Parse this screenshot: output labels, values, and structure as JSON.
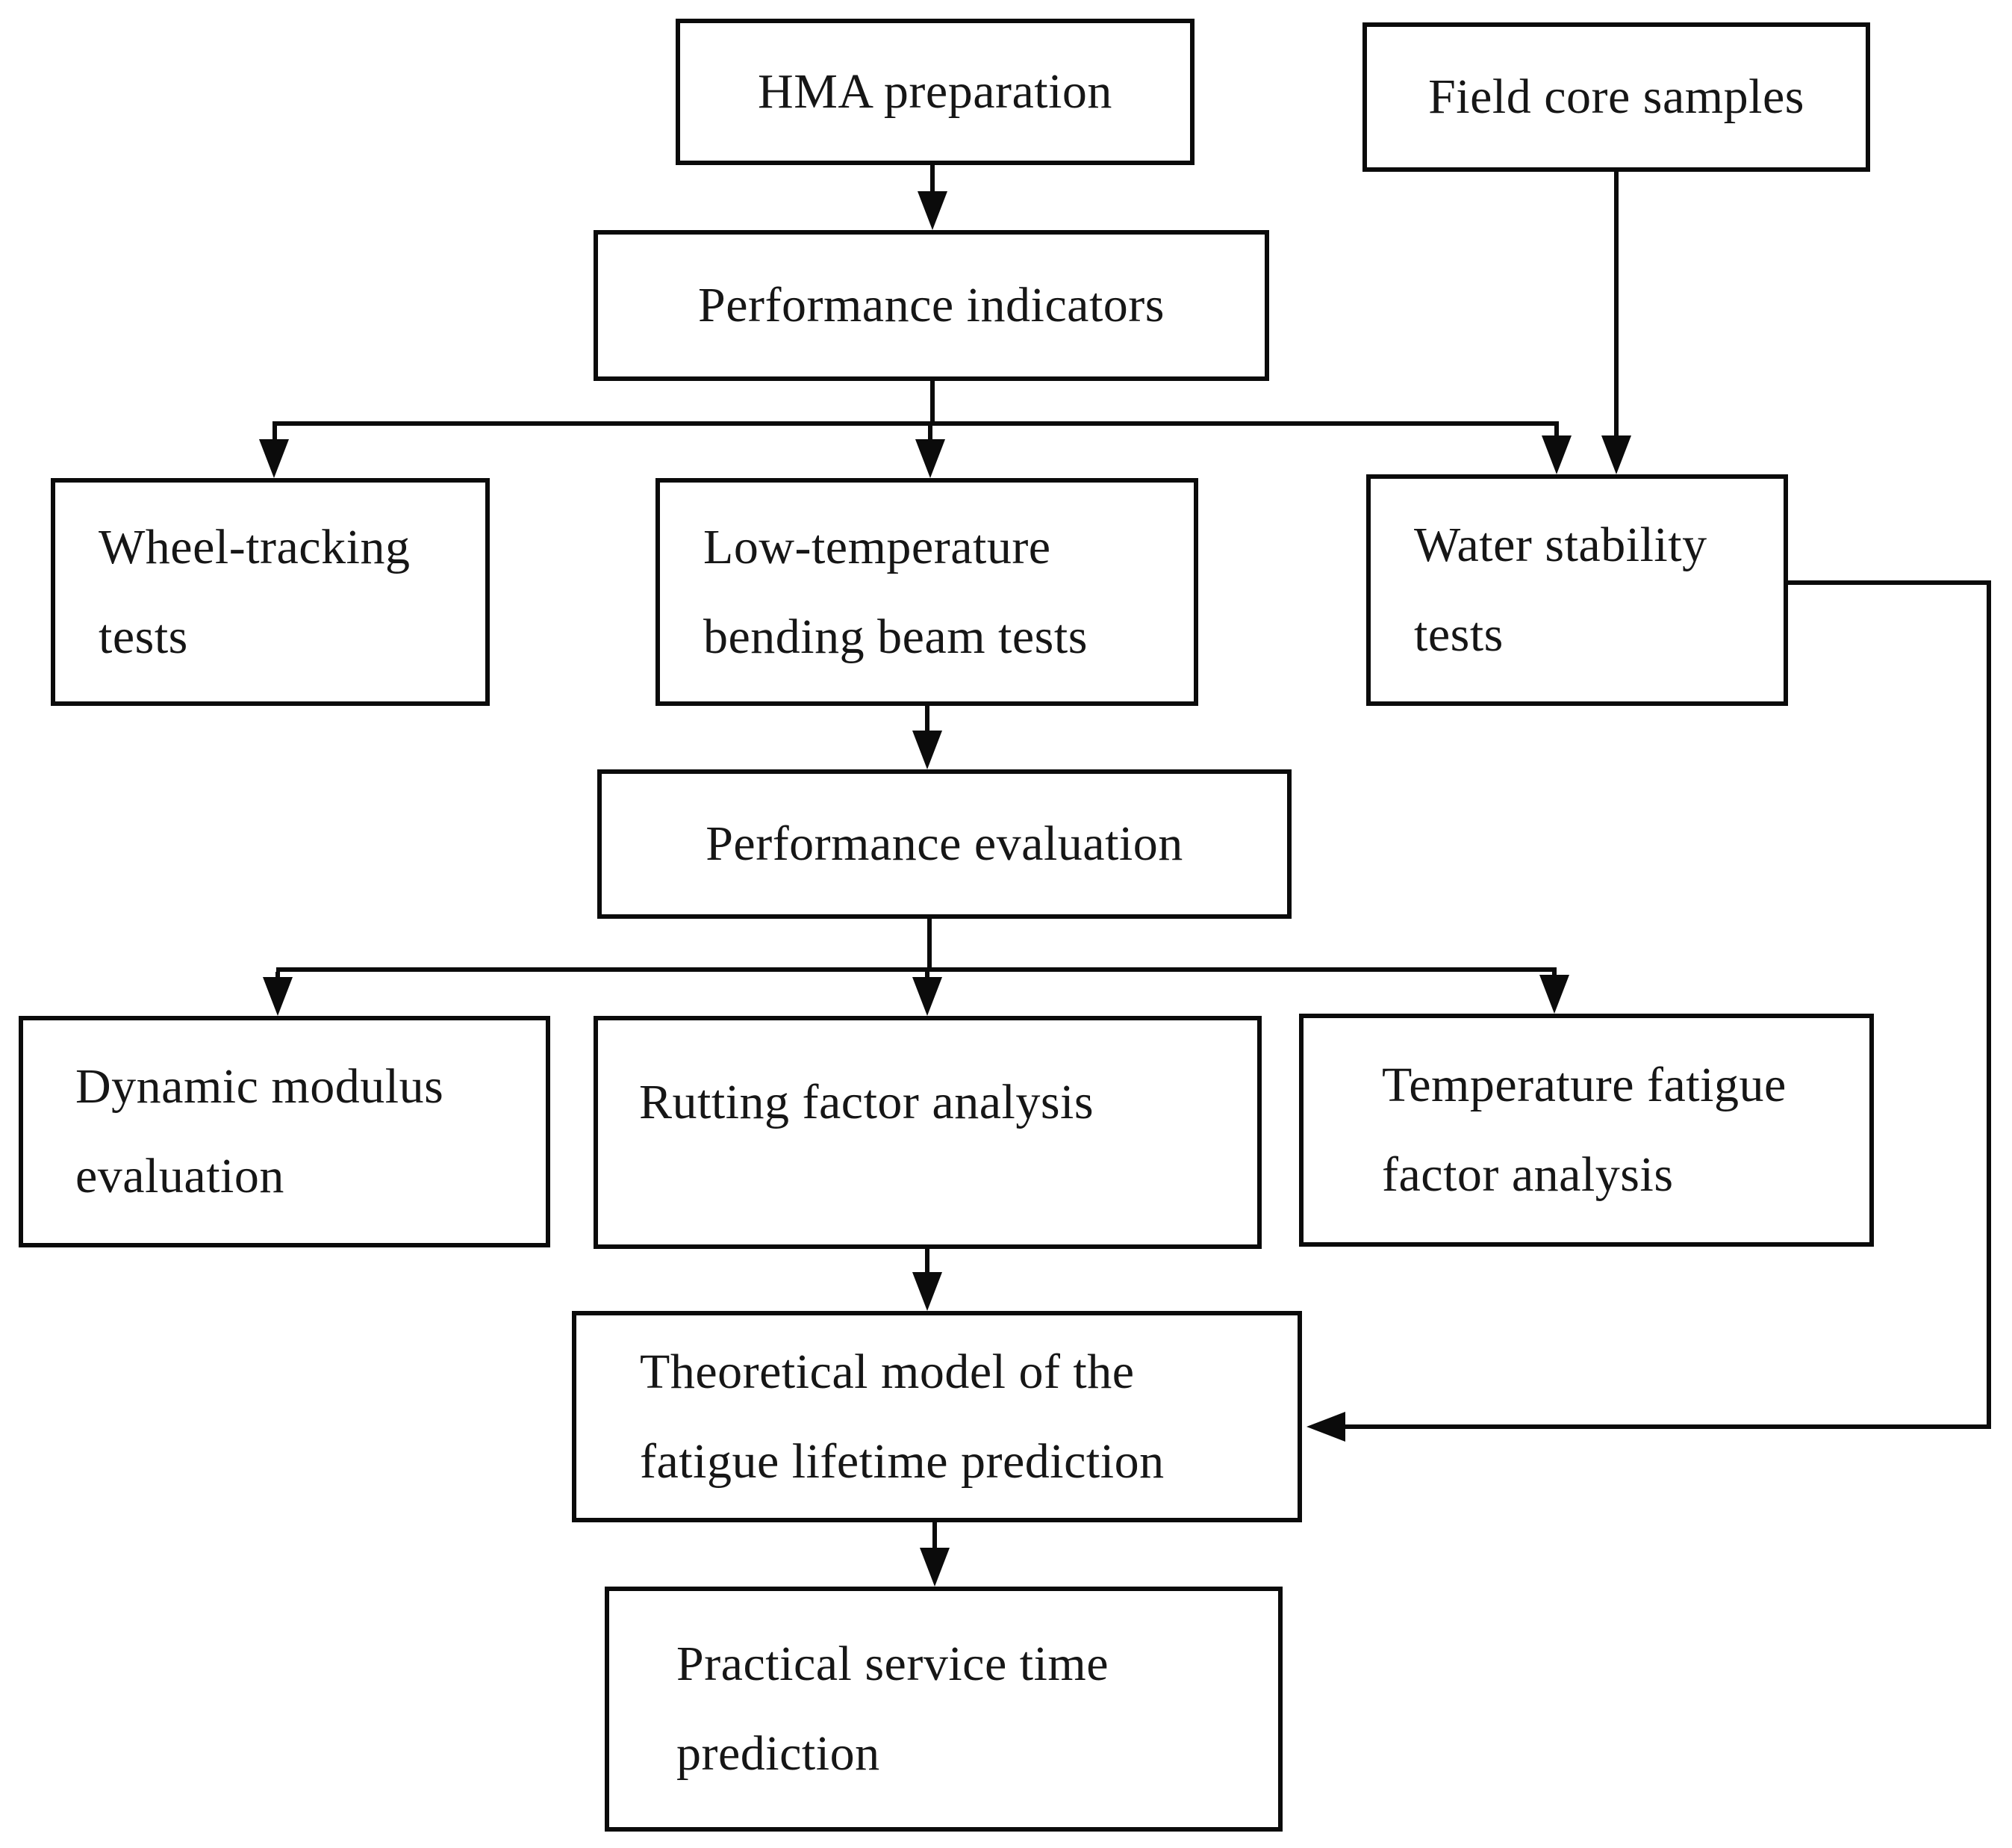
{
  "figure": {
    "type": "flowchart",
    "background_color": "#ffffff",
    "line_color": "#0b0b0b",
    "text_color": "#161616",
    "nodes": {
      "hma_preparation": {
        "label": "HMA preparation"
      },
      "field_core_samples": {
        "label": "Field core samples"
      },
      "performance_indicators": {
        "label": "Performance indicators"
      },
      "wheel_tracking_tests": {
        "label": "Wheel-tracking\ntests"
      },
      "low_temperature_bending_beam_tests": {
        "label": "Low-temperature\nbending beam tests"
      },
      "water_stability_tests": {
        "label": "Water stability\ntests"
      },
      "performance_evaluation": {
        "label": "Performance evaluation"
      },
      "dynamic_modulus_evaluation": {
        "label": "Dynamic modulus\nevaluation"
      },
      "rutting_factor_analysis": {
        "label": "Rutting factor analysis"
      },
      "temperature_fatigue_factor_analysis": {
        "label": "Temperature fatigue\nfactor analysis"
      },
      "theoretical_model": {
        "label": "Theoretical model of the\nfatigue lifetime prediction"
      },
      "practical_service_time": {
        "label": "Practical service time\nprediction"
      }
    },
    "edges": [
      {
        "from": "HMA preparation",
        "to": "Performance indicators"
      },
      {
        "from": "Performance indicators",
        "to": "Wheel-tracking tests"
      },
      {
        "from": "Performance indicators",
        "to": "Low-temperature bending beam tests"
      },
      {
        "from": "Performance indicators",
        "to": "Water stability tests"
      },
      {
        "from": "Field core samples",
        "to": "Water stability tests"
      },
      {
        "from": "Low-temperature bending beam tests",
        "to": "Performance evaluation"
      },
      {
        "from": "Performance evaluation",
        "to": "Dynamic modulus evaluation"
      },
      {
        "from": "Performance evaluation",
        "to": "Rutting factor analysis"
      },
      {
        "from": "Performance evaluation",
        "to": "Temperature fatigue factor analysis"
      },
      {
        "from": "Rutting factor analysis",
        "to": "Theoretical model of the fatigue lifetime prediction"
      },
      {
        "from": "Water stability tests",
        "to": "Theoretical model of the fatigue lifetime prediction"
      },
      {
        "from": "Theoretical model of the fatigue lifetime prediction",
        "to": "Practical service time prediction"
      }
    ]
  }
}
